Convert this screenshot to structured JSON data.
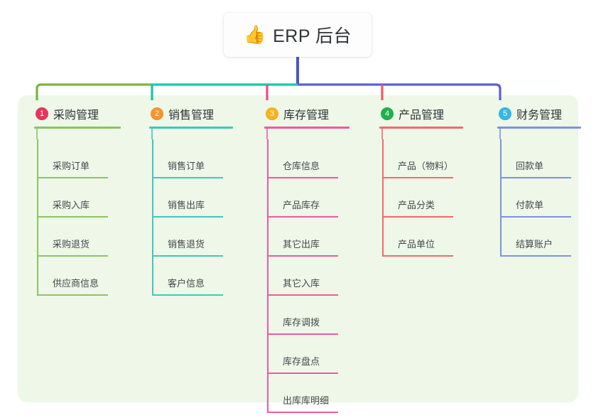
{
  "title": {
    "emoji": "👍",
    "emoji_name": "thumbs-up-icon",
    "text": "ERP 后台"
  },
  "colors": {
    "page_background": "#ffffff",
    "panel_background": "#eef7e8",
    "title_card_background": "#fdfdfd",
    "trunk_blue": "#4a56c4",
    "bar_green": "#7cb342",
    "bar_teal": "#15c8b0",
    "bar_blue": "#5a5fd0",
    "drop_green": "#6aba4a",
    "drop_teal": "#17c2ae",
    "drop_pink": "#ef4a8d",
    "drop_red": "#f0595d",
    "drop_blue": "#6d84d8",
    "text_dark": "#2f3338",
    "text_leaf": "#44484d"
  },
  "columns": [
    {
      "number": "1",
      "label": "采购管理",
      "badge_color": "#e8355e",
      "line_color": "#8cc560",
      "head_rule_width": 122,
      "items": [
        "采购订单",
        "采购入库",
        "采购退货",
        "供应商信息"
      ]
    },
    {
      "number": "2",
      "label": "销售管理",
      "badge_color": "#f5942d",
      "line_color": "#3fc7bd",
      "head_rule_width": 118,
      "items": [
        "销售订单",
        "销售出库",
        "销售退货",
        "客户信息"
      ]
    },
    {
      "number": "3",
      "label": "库存管理",
      "badge_color": "#f5b41d",
      "line_color": "#ef5aa0",
      "head_rule_width": 120,
      "items": [
        "仓库信息",
        "产品库存",
        "其它出库",
        "其它入库",
        "库存调拨",
        "库存盘点",
        "出库库明细"
      ]
    },
    {
      "number": "4",
      "label": "产品管理",
      "badge_color": "#21b04b",
      "line_color": "#f4696c",
      "head_rule_width": 118,
      "items": [
        "产品（物料）",
        "产品分类",
        "产品单位"
      ]
    },
    {
      "number": "5",
      "label": "财务管理",
      "badge_color": "#36b6e5",
      "line_color": "#7d93dd",
      "head_rule_width": 118,
      "items": [
        "回款单",
        "付款单",
        "结算账户"
      ]
    }
  ]
}
